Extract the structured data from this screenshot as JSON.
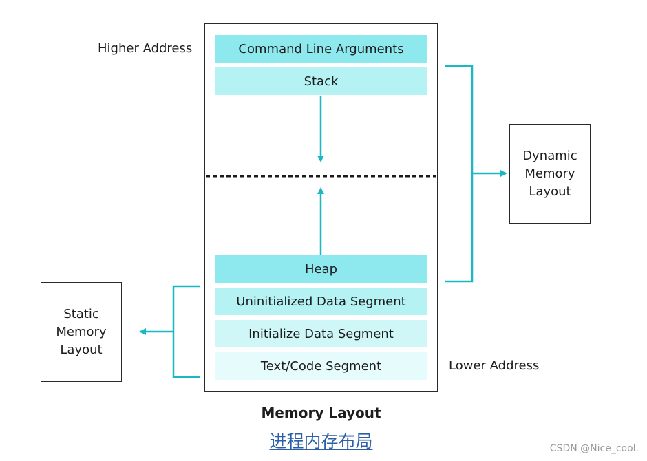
{
  "diagram": {
    "title": "Memory Layout",
    "caption": "进程内存布局",
    "higher_address_label": "Higher Address",
    "lower_address_label": "Lower Address",
    "segments": {
      "command_line_arguments": "Command Line Arguments",
      "stack": "Stack",
      "heap": "Heap",
      "uninitialized_data": "Uninitialized Data Segment",
      "initialized_data": "Initialize Data Segment",
      "text_code": "Text/Code Segment"
    },
    "dynamic_box": {
      "line1": "Dynamic",
      "line2": "Memory",
      "line3": "Layout"
    },
    "static_box": {
      "line1": "Static",
      "line2": "Memory",
      "line3": "Layout"
    },
    "colors": {
      "accent": "#1ab8c4",
      "cmd_args_fill": "#8ee9ee",
      "stack_fill": "#b4f2f4",
      "heap_fill": "#8ee9ee",
      "uninit_fill": "#b4f2f4",
      "init_fill": "#cff7f8",
      "text_fill": "#e6fbfb"
    }
  },
  "watermark": "CSDN @Nice_cool."
}
